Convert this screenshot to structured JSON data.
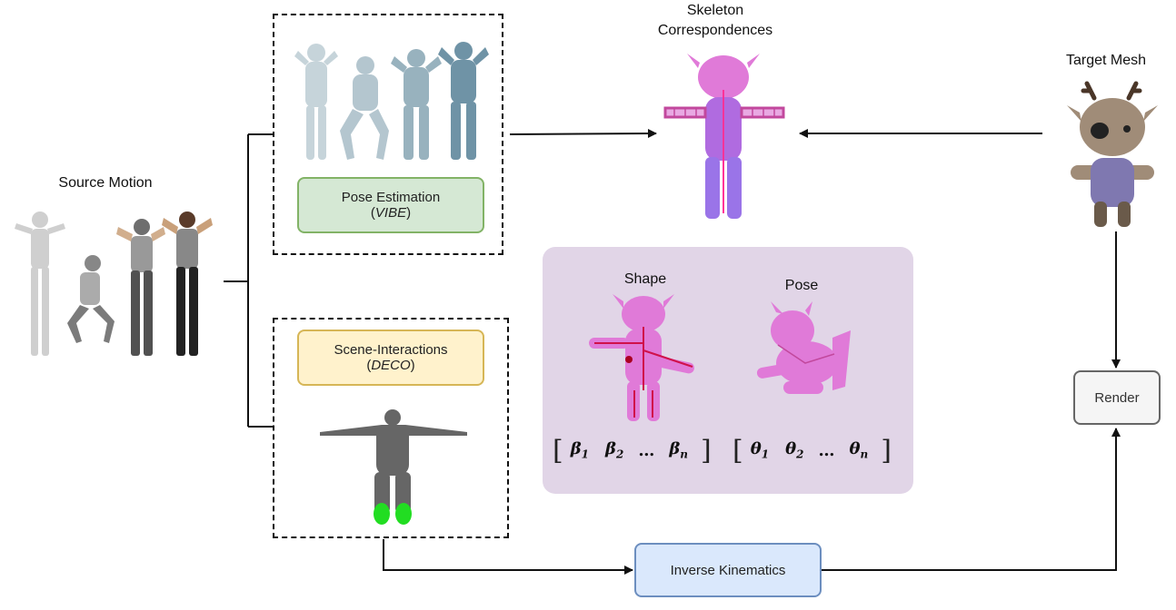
{
  "labels": {
    "source_motion": "Source Motion",
    "skeleton_line1": "Skeleton",
    "skeleton_line2": "Correspondences",
    "target_mesh": "Target Mesh",
    "shape": "Shape",
    "pose": "Pose"
  },
  "boxes": {
    "pose_estimation": {
      "title": "Pose Estimation",
      "method": "VIBE"
    },
    "scene_interactions": {
      "title": "Scene-Interactions",
      "method": "DECO"
    },
    "inverse_kinematics": {
      "title": "Inverse Kinematics"
    },
    "render": {
      "title": "Render"
    }
  },
  "params": {
    "beta_1": "β",
    "beta_1_sub": "1",
    "beta_2": "β",
    "beta_2_sub": "2",
    "beta_dots": "…",
    "beta_n": "β",
    "beta_n_sub": "n",
    "theta_1": "θ",
    "theta_1_sub": "1",
    "theta_2": "θ",
    "theta_2_sub": "2",
    "theta_dots": "…",
    "theta_n": "θ",
    "theta_n_sub": "n"
  },
  "colors": {
    "pose_box_fill": "#d5e8d4",
    "pose_box_border": "#82b366",
    "scene_box_fill": "#fff2cc",
    "scene_box_border": "#d6b656",
    "ik_box_fill": "#dae8fc",
    "ik_box_border": "#6c8ebf",
    "render_box_fill": "#f5f5f5",
    "render_box_border": "#666666",
    "param_panel_fill": "#e1d5e7",
    "mesh_pink": "#e07ad8",
    "contact_green": "#22dd22"
  }
}
